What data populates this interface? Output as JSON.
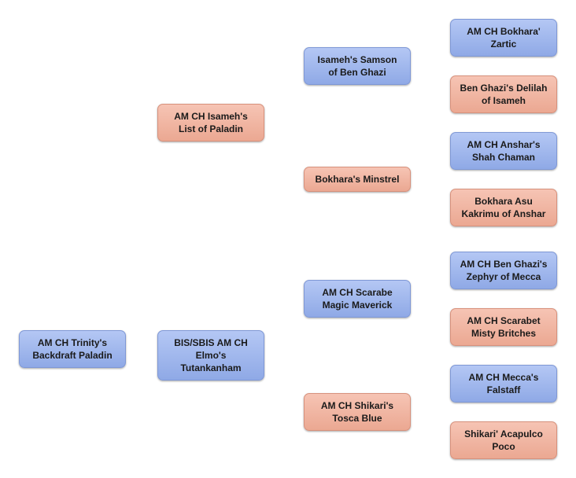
{
  "pedigree": {
    "subject": "AM CH Trinity's\nBackdraft Paladin",
    "dam": "AM CH Isameh's\nList of Paladin",
    "sire": "BIS/SBIS AM CH\nElmo's\nTutankanham",
    "dam_sire": "Isameh's Samson\nof Ben Ghazi",
    "dam_dam": "Bokhara's Minstrel",
    "sire_sire": "AM CH Scarabe\nMagic Maverick",
    "sire_dam": "AM CH Shikari's\nTosca Blue",
    "dam_sire_sire": "AM CH Bokhara'\nZartic",
    "dam_sire_dam": "Ben Ghazi's Delilah\nof Isameh",
    "dam_dam_sire": "AM CH Anshar's\nShah Chaman",
    "dam_dam_dam": "Bokhara  Asu\nKakrimu of Anshar",
    "sire_sire_sire": "AM CH Ben Ghazi's\nZephyr of Mecca",
    "sire_sire_dam": "AM CH Scarabet\nMisty Britches",
    "sire_dam_sire": "AM CH Mecca's\nFalstaff",
    "sire_dam_dam": "Shikari' Acapulco\nPoco"
  },
  "colors": {
    "male": "#9fb6ec",
    "female": "#f0b5a2"
  }
}
